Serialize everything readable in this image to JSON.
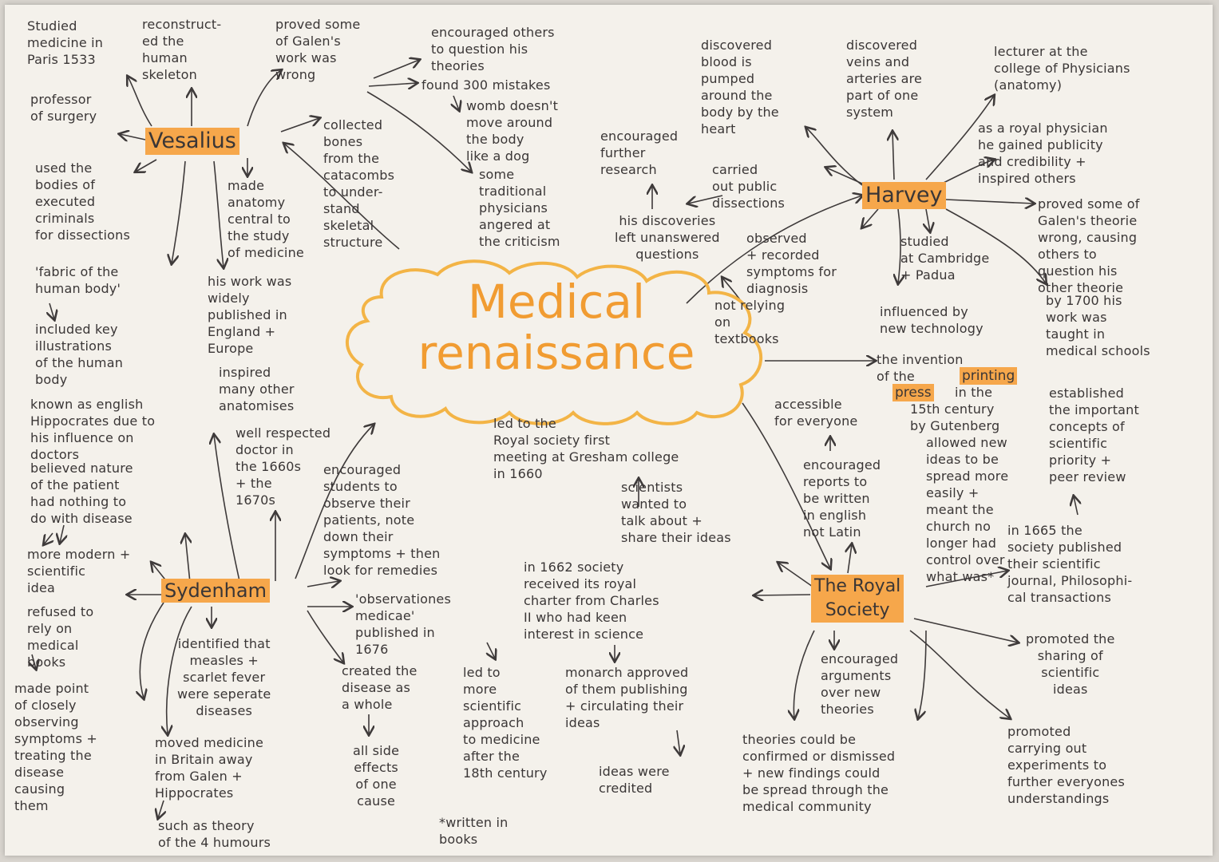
{
  "title": "Medical\nrenaissance",
  "nodes": {
    "vesalius": "Vesalius",
    "harvey": "Harvey",
    "sydenham": "Sydenham",
    "royal_society": "The Royal\nSociety"
  },
  "highlight": {
    "printing": "printing",
    "press": "press"
  },
  "notes": {
    "ves_studied": "Studied\nmedicine in\nParis 1533",
    "ves_reconstruct": "reconstruct-\ned the\nhuman\nskeleton",
    "ves_proved": "proved some\nof Galen's\nwork was\nwrong",
    "ves_encouraged": "encouraged others\nto question his\ntheories",
    "ves_found": "found 300 mistakes",
    "ves_womb": "womb doesn't\nmove around\nthe body\nlike a dog",
    "ves_some": "some\ntraditional\nphysicians\nangered at\nthe criticism",
    "ves_professor": "professor\nof surgery",
    "ves_collected": "collected\nbones\nfrom the\ncatacombs\nto under-\nstand\nskeletal\nstructure",
    "ves_used": "used the\nbodies of\nexecuted\ncriminals\nfor dissections",
    "ves_made": "made\nanatomy\ncentral to\nthe study\nof medicine",
    "ves_fabric": "'fabric of the\nhuman body'",
    "ves_included": "included key\nillustrations\nof the human\nbody",
    "ves_published": "his work was\nwidely\npublished in\nEngland +\nEurope",
    "ves_inspired": "inspired\nmany other\nanatomises",
    "harv_discovered_blood": "discovered\nblood is\npumped\naround the\nbody by the\nheart",
    "harv_discovered_veins": "discovered\nveins and\narteries are\npart of one\nsystem",
    "harv_lecturer": "lecturer at the\ncollege of Physicians\n(anatomy)",
    "harv_royal_physician": "as a royal physician\nhe gained publicity\nand credibility +\ninspired others",
    "harv_encouraged": "encouraged\nfurther\nresearch",
    "harv_carried": "carried\nout public\ndissections",
    "harv_left": "his discoveries\nleft unanswered\nquestions",
    "harv_proved": "proved some of\nGalen's theorie\nwrong, causing\nothers to\nquestion his\nother theorie",
    "harv_observed": "observed\n+ recorded\nsymptoms for\ndiagnosis",
    "harv_not_relying": "not relying\non\ntextbooks",
    "harv_studied": "studied\nat Cambridge\n+ Padua",
    "harv_influenced": "influenced by\nnew technology",
    "harv_by1700": "by 1700 his\nwork was\ntaught in\nmedical schools",
    "print_the_invention": "the invention\nof the",
    "print_in_the": "in the",
    "print_15th": "15th century\nby Gutenberg",
    "print_allowed": "allowed new\nideas to be\nspread more\neasily +\nmeant the\nchurch no\nlonger had\ncontrol over\nwhat was*",
    "print_accessible": "accessible\nfor everyone",
    "print_encouraged": "encouraged\nreports to\nbe written\nin english\nnot Latin",
    "rs_established": "established\nthe important\nconcepts of\nscientific\npriority +\npeer review",
    "rs_1665": "in 1665 the\nsociety published\ntheir scientific\njournal, Philosophi-\ncal transactions",
    "rs_promoted_sharing": "promoted the\nsharing of\nscientific\nideas",
    "rs_promoted_experiments": "promoted\ncarrying out\nexperiments to\nfurther everyones\nunderstandings",
    "rs_arguments": "encouraged\narguments\nover new\ntheories",
    "rs_theories": "theories could be\nconfirmed or dismissed\n+ new findings could\nbe spread through the\nmedical community",
    "rs_led_to": "led to the\nRoyal society first\nmeeting at Gresham college\nin 1660",
    "rs_scientists": "scientists\nwanted to\ntalk about +\nshare their ideas",
    "rs_1662": "in 1662 society\nreceived its royal\ncharter from Charles\nII who had keen\ninterest in science",
    "rs_monarch": "monarch approved\nof them publishing\n+ circulating their\nideas",
    "rs_ideas_credited": "ideas were\ncredited",
    "rs_written": "*written in\nbooks",
    "syd_known": "known as english\nHippocrates due to\nhis influence on\ndoctors",
    "syd_believed": "believed nature\nof the patient\nhad nothing to\ndo with disease",
    "syd_modern": "more modern +\nscientific\nidea",
    "syd_well_respected": "well respected\ndoctor in\nthe 1660s\n+ the\n1670s",
    "syd_encouraged": "encouraged\nstudents to\nobserve their\npatients, note\ndown their\nsymptoms + then\nlook for remedies",
    "syd_refused": "refused to\nrely on\nmedical\nbooks",
    "syd_made_point": "made point\nof closely\nobserving\nsymptoms +\ntreating the\ndisease\ncausing\nthem",
    "syd_identified": "identified that\nmeasles +\nscarlet fever\nwere seperate\ndiseases",
    "syd_moved": "moved medicine\nin Britain away\nfrom Galen +\nHippocrates",
    "syd_such_as": "such as theory\nof the 4 humours",
    "syd_observationes": "'observationes\nmedicae'\npublished in\n1676",
    "syd_created": "created the\ndisease as\na whole",
    "syd_all_side": "all side\neffects\nof one\ncause",
    "syd_led_to": "led to\nmore\nscientific\napproach\nto medicine\nafter the\n18th century"
  }
}
